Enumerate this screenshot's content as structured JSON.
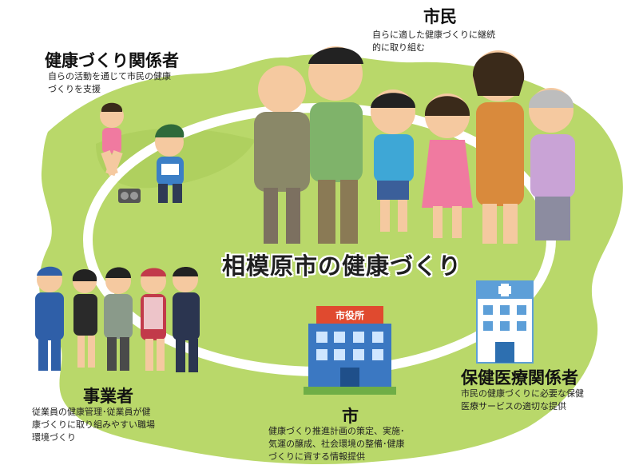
{
  "center_title": "相模原市の健康づくり",
  "groups": {
    "citizens": {
      "title": "市民",
      "desc_lines": [
        "自らに適した健康づくりに継続",
        "的に取り組む"
      ]
    },
    "health_partners": {
      "title": "健康づくり関係者",
      "desc_lines": [
        "自らの活動を通じて市民の健康",
        "づくりを支援"
      ]
    },
    "business": {
      "title": "事業者",
      "desc_lines": [
        "従業員の健康管理･従業員が健",
        "康づくりに取り組みやすい職場",
        "環境づくり"
      ]
    },
    "medical": {
      "title": "保健医療関係者",
      "desc_lines": [
        "市民の健康づくりに必要な保健",
        "医療サービスの適切な提供"
      ]
    },
    "city": {
      "title": "市",
      "desc_lines": [
        "健康づくり推進計画の策定、実施･",
        "気運の醸成、社会環境の整備･健康",
        "づくりに資する情報提供"
      ],
      "sign": "市役所"
    }
  },
  "colors": {
    "land": "#b9d86a",
    "ring": "#ffffff",
    "building_blue": "#3b78c2",
    "hospital_blue": "#5d9fd8"
  }
}
